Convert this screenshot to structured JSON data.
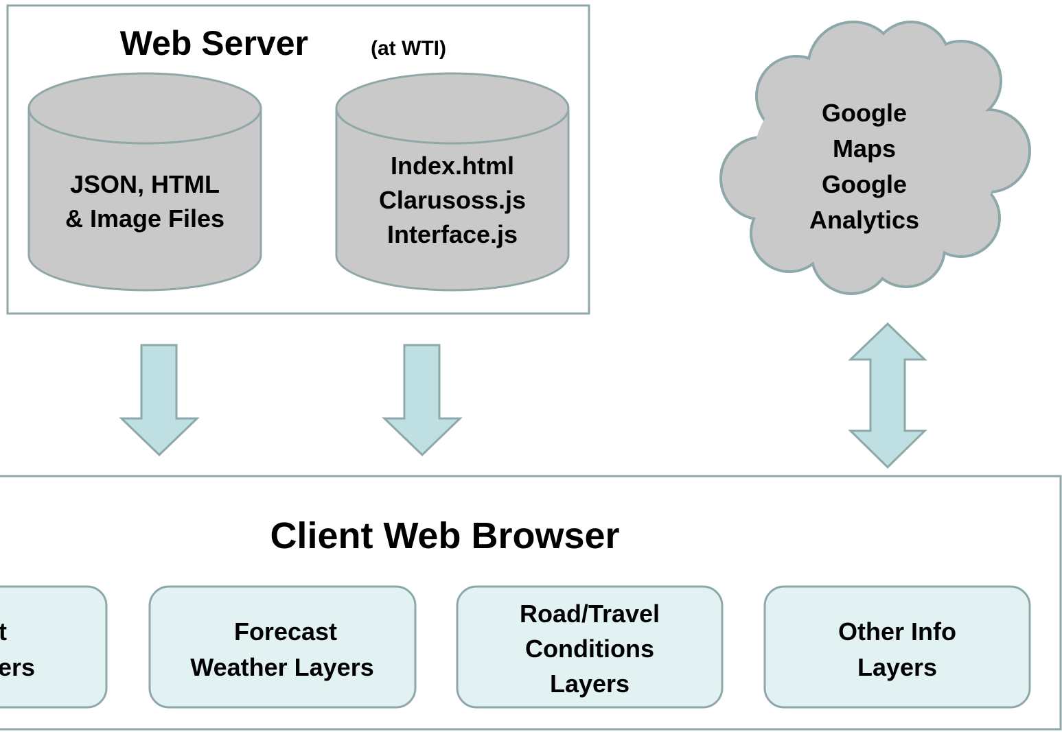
{
  "colors": {
    "border": "#8ea7a8",
    "cylinder_fill": "#c9c9c9",
    "cloud_fill": "#c9c9c9",
    "arrow_fill": "#bfe0e2",
    "layer_box_fill": "#e2f2f3",
    "background": "#ffffff",
    "text": "#000000"
  },
  "web_server": {
    "title": "Web Server",
    "subtitle": "(at WTI)",
    "databases": [
      {
        "lines": [
          "JSON, HTML",
          "& Image Files"
        ]
      },
      {
        "lines": [
          "Index.html",
          "Clarusoss.js",
          "Interface.js"
        ]
      }
    ]
  },
  "cloud": {
    "lines": [
      "Google",
      "Maps",
      "Google",
      "Analytics"
    ]
  },
  "client_browser": {
    "title": "Client Web Browser",
    "layers": [
      {
        "lines": [
          "nt",
          "Layers"
        ]
      },
      {
        "lines": [
          "Forecast",
          "Weather Layers"
        ]
      },
      {
        "lines": [
          "Road/Travel",
          "Conditions",
          "Layers"
        ]
      },
      {
        "lines": [
          "Other Info",
          "Layers"
        ]
      }
    ]
  },
  "arrows": [
    {
      "direction": "down"
    },
    {
      "direction": "down"
    },
    {
      "direction": "bidirectional"
    }
  ]
}
